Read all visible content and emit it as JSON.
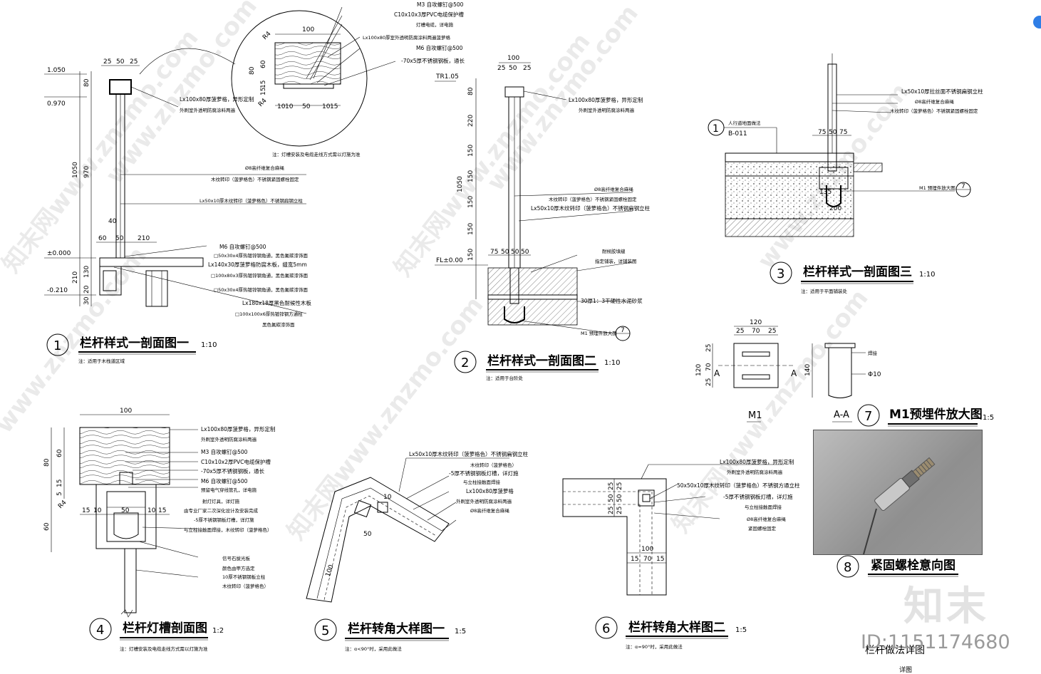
{
  "details": [
    {
      "num": "1",
      "title": "栏杆样式一剖面图一",
      "scale": "1:10",
      "note": "注：适用于木栈道区域"
    },
    {
      "num": "2",
      "title": "栏杆样式一剖面图二",
      "scale": "1:10",
      "note": "注：适用于台阶处"
    },
    {
      "num": "3",
      "title": "栏杆样式一剖面图三",
      "scale": "1:10",
      "note": "注：适用于平面铺装处"
    },
    {
      "num": "4",
      "title": "栏杆灯槽剖面图",
      "scale": "1:2",
      "note": "注：灯槽安装及电缆走线方式需以灯施为准"
    },
    {
      "num": "5",
      "title": "栏杆转角大样图一",
      "scale": "1:5",
      "note": "注：α<90°时，采用此做法"
    },
    {
      "num": "6",
      "title": "栏杆转角大样图二",
      "scale": "1:5",
      "note": "注：α=90°时，采用此做法"
    },
    {
      "num": "7",
      "title": "M1预埋件放大图",
      "scale": "1:5",
      "note": ""
    },
    {
      "num": "8",
      "title": "紧固螺栓意向图",
      "scale": "",
      "note": ""
    }
  ],
  "d1": {
    "levels": [
      "1.050",
      "0.970",
      "±0.000",
      "-0.210"
    ],
    "dims_top": [
      "25",
      "50",
      "25"
    ],
    "dims_v": [
      "80",
      "1050",
      "970",
      "210",
      "130",
      "20",
      "30"
    ],
    "dims_bot": [
      "60",
      "50",
      "210"
    ],
    "dim_40": "40",
    "callouts": [
      "Lx100x80厚菠萝格，异形定制",
      "外刷室外透明防腐涂料两遍",
      "Ø8高纤维复合麻绳",
      "木纹转印（菠萝格色）不锈钢紧固螺栓固定",
      "Lx50x10厚木纹转印（菠萝格色）不锈钢扁钢立柱",
      "M6 自攻螺钉@500",
      "□50x30x4厚热镀锌钢角通，黑色氟碳漆饰面",
      "Lx140x30厚菠萝格防腐木板，缝宽5mm",
      "□100x80x3厚热镀锌钢角通，黑色氟碳漆饰面",
      "□50x30x4厚热镀锌钢角通，黑色氟碳漆饰面",
      "Lx180x18厚黑色耐候性木板",
      "□100x100x6厚热镀锌钢方通柱",
      "黑色氟碳漆饰面"
    ]
  },
  "bubble": {
    "dims": [
      "100",
      "80",
      "60",
      "15",
      "15",
      "10",
      "50",
      "10",
      "15"
    ],
    "radius": [
      "R4",
      "R4"
    ],
    "callouts": [
      "M3 自攻螺钉@500",
      "C10x10x3厚PVC电缆保护槽",
      "灯槽电缆，详电施",
      "Lx100x80厚室外透明防腐涂料两遍菠萝格",
      "M6 自攻螺钉@500",
      "-70x5厚不锈钢钢板，通长"
    ],
    "note": "注：灯槽安装及电缆走线方式需以灯施为准"
  },
  "d2": {
    "levels": [
      "TR1.05",
      "FL±0.00"
    ],
    "dims_top": [
      "100",
      "25",
      "50",
      "25"
    ],
    "dims_v": [
      "80",
      "220",
      "150",
      "1050",
      "150",
      "150",
      "150",
      "150"
    ],
    "dims_bot": [
      "75",
      "50",
      "50",
      "50"
    ],
    "callouts": [
      "Lx100x80厚菠萝格，异形定制",
      "外刷室外透明防腐涂料两遍",
      "Ø8高纤维复合麻绳",
      "木纹转印（菠萝格色）不锈钢紧固螺栓固定",
      "Lx50x10厚木纹转印（菠萝格色）不锈钢扁钢立柱",
      "耐候胶填缝",
      "指定铺装，详铺装图",
      "30厚1：3干硬性水泥砂浆",
      "M1 预埋件放大图"
    ],
    "ref": "7"
  },
  "d3": {
    "dims_top": [
      "75",
      "50",
      "75"
    ],
    "dims": [
      "135",
      "200"
    ],
    "marker": "1",
    "marker_ref": "B-011",
    "marker_label": "人行道地面做法",
    "callouts": [
      "Lx50x10厚拉丝面不锈钢扁钢立柱",
      "Ø8高纤维复合麻绳",
      "木纹转印（菠萝格色）不锈钢紧固螺栓固定",
      "M1 预埋件放大图"
    ],
    "ref": "7"
  },
  "d4": {
    "dims": [
      "100",
      "80",
      "60",
      "15",
      "5",
      "60",
      "15",
      "10",
      "50",
      "10",
      "15"
    ],
    "radius": "R4",
    "callouts": [
      "Lx100x80厚菠萝格，异形定制",
      "外刷室外透明防腐涂料两遍",
      "M3 自攻螺钉@500",
      "C10x10x2厚PVC电缆保护槽",
      "-70x5厚不锈钢钢板，通长",
      "M6 自攻螺钉@500",
      "预留电气穿线管孔，详电施",
      "射灯灯具，详灯施",
      "由专业厂家二次深化设计及安装完成",
      "-5厚不锈钢钢板灯槽，详灯施",
      "与立柱接触面焊接，木纹转印（菠萝格色）",
      "信号石拔光板",
      "颜色由甲方选定",
      "10厚不锈钢钢板立柱",
      "木纹转印（菠萝格色）"
    ]
  },
  "d5": {
    "dims": [
      "10",
      "50",
      "100"
    ],
    "callouts": [
      "Lx50x10厚木纹转印（菠萝格色）不锈钢扁钢立柱",
      "木纹转印（菠萝格色）",
      "-5厚不锈钢钢板灯槽，详灯施",
      "与立柱接触面焊接",
      "Lx100x80厚菠萝格",
      "外刷室外透明防腐涂料两遍",
      "Ø8高纤维复合麻绳"
    ]
  },
  "d6": {
    "dims": [
      "25",
      "50",
      "25",
      "25",
      "50",
      "25",
      "100",
      "15",
      "70",
      "15"
    ],
    "callouts": [
      "Lx100x80厚菠萝格，异形定制",
      "外刷室外透明防腐涂料两遍",
      "50x50x10厚木纹转印（菠萝格色）不锈钢方通立柱",
      "-5厚不锈钢钢板灯槽，详灯施",
      "与立柱接触面焊接",
      "Ø8高纤维复合麻绳",
      "紧固螺栓固定"
    ]
  },
  "d7": {
    "dims_top": [
      "120",
      "25",
      "70",
      "25"
    ],
    "dims_left": [
      "120",
      "25",
      "70",
      "25"
    ],
    "dim_140": "140",
    "section": "A",
    "m1": "M1",
    "aa": "A-A",
    "weld": "焊接",
    "rebar": "Φ10"
  },
  "watermarks": [
    "知末网www.znzmo.com",
    "www.znzmo.com",
    "知末网www.znzmo.com",
    "www.znzmo.com",
    "www.znzmo.com",
    "知末网www.znzmo.com",
    "www.znzmo.com",
    "知末网www.znzmo.com"
  ],
  "logo": "知末",
  "id_text": "ID:1151174680",
  "sheet_title": "栏杆做法详图",
  "sheet_sub": "详图"
}
